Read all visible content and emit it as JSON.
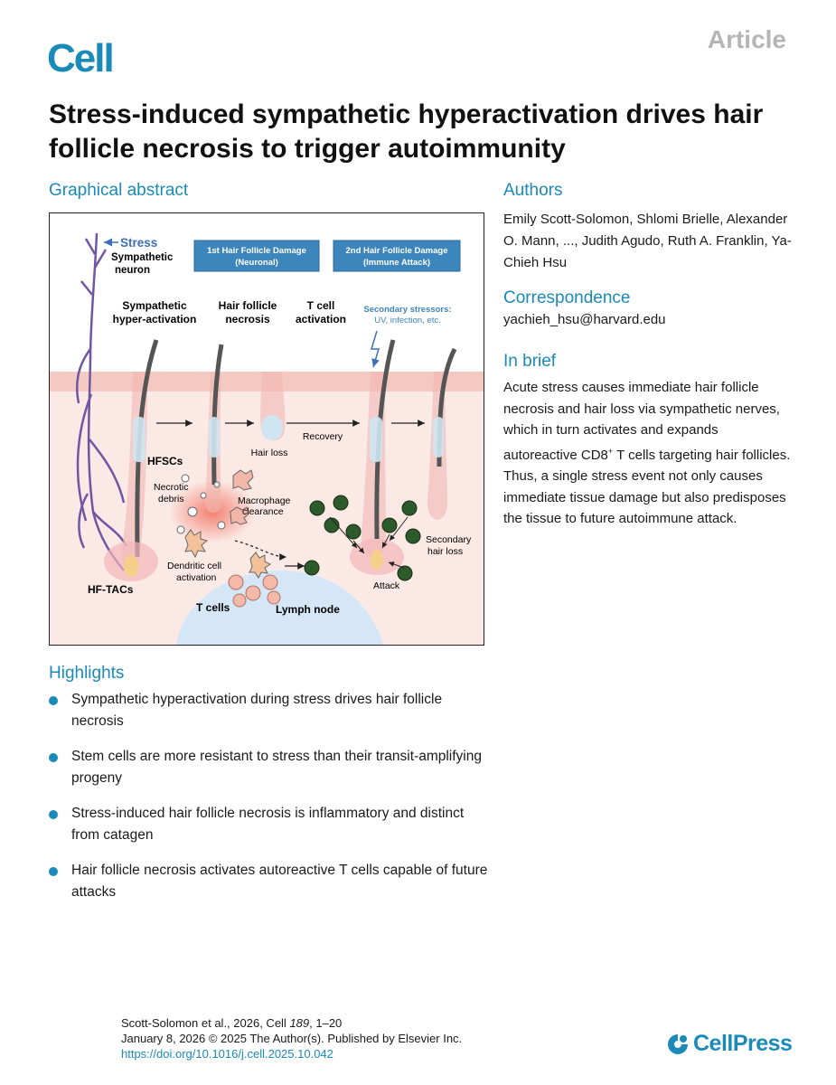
{
  "header": {
    "journal_logo": "Cell",
    "article_type": "Article"
  },
  "title": "Stress-induced sympathetic hyperactivation drives hair follicle necrosis to trigger autoimmunity",
  "graphical_abstract": {
    "heading": "Graphical abstract",
    "labels": {
      "stress": "Stress",
      "sympathetic_neuron_1": "Sympathetic",
      "sympathetic_neuron_2": "neuron",
      "damage1_line1": "1st Hair Follicle Damage",
      "damage1_line2": "(Neuronal)",
      "damage2_line1": "2nd Hair Follicle Damage",
      "damage2_line2": "(Immune Attack)",
      "col1_line1": "Sympathetic",
      "col1_line2": "hyper-activation",
      "col2_line1": "Hair follicle",
      "col2_line2": "necrosis",
      "col3_line1": "T cell",
      "col3_line2": "activation",
      "secondary_line1": "Secondary stressors:",
      "secondary_line2": "UV, infection, etc.",
      "recovery": "Recovery",
      "hair_loss": "Hair loss",
      "hfscs": "HFSCs",
      "necrotic_line1": "Necrotic",
      "necrotic_line2": "debris",
      "macrophage_line1": "Macrophage",
      "macrophage_line2": "clearance",
      "dendritic_line1": "Dendritic cell",
      "dendritic_line2": "activation",
      "secondary_loss_line1": "Secondary",
      "secondary_loss_line2": "hair loss",
      "attack": "Attack",
      "hf_tacs": "HF-TACs",
      "t_cells": "T cells",
      "lymph_node": "Lymph node"
    }
  },
  "authors": {
    "heading": "Authors",
    "text": "Emily Scott-Solomon, Shlomi Brielle, Alexander O. Mann, ..., Judith Agudo, Ruth A. Franklin, Ya-Chieh Hsu"
  },
  "correspondence": {
    "heading": "Correspondence",
    "email": "yachieh_hsu@harvard.edu"
  },
  "in_brief": {
    "heading": "In brief",
    "text_before": "Acute stress causes immediate hair follicle necrosis and hair loss via sympathetic nerves, which in turn activates and expands autoreactive CD8",
    "superscript": "+",
    "text_after": " T cells targeting hair follicles. Thus, a single stress event not only causes immediate tissue damage but also predisposes the tissue to future autoimmune attack."
  },
  "highlights": {
    "heading": "Highlights",
    "items": [
      "Sympathetic hyperactivation during stress drives hair follicle necrosis",
      "Stem cells are more resistant to stress than their transit-amplifying progeny",
      "Stress-induced hair follicle necrosis is inflammatory and distinct from catagen",
      "Hair follicle necrosis activates autoreactive T cells capable of future attacks"
    ]
  },
  "footer": {
    "line1_prefix": "Scott-Solomon et al., 2026, Cell ",
    "volume": "189",
    "line1_suffix": ", 1–20",
    "line2": "January 8, 2026 © 2025 The Author(s). Published by Elsevier Inc.",
    "doi": "https://doi.org/10.1016/j.cell.2025.10.042"
  },
  "publisher_logo": "CellPress",
  "colors": {
    "accent": "#1a8ab8",
    "heading_gray": "#b5b5b5",
    "skin": "#f7dcd6",
    "banner": "#3d86bd"
  }
}
